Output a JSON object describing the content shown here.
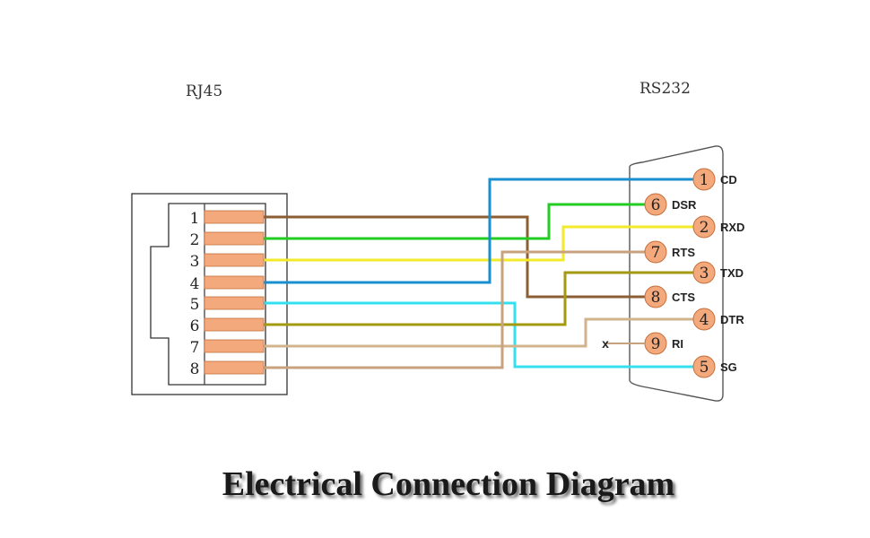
{
  "rj45": {
    "label": "RJ45",
    "pins": [
      "1",
      "2",
      "3",
      "4",
      "5",
      "6",
      "7",
      "8"
    ]
  },
  "rs232": {
    "label": "RS232",
    "pins": [
      {
        "num": "1",
        "name": "CD"
      },
      {
        "num": "6",
        "name": "DSR"
      },
      {
        "num": "2",
        "name": "RXD"
      },
      {
        "num": "7",
        "name": "RTS"
      },
      {
        "num": "3",
        "name": "TXD"
      },
      {
        "num": "8",
        "name": "CTS"
      },
      {
        "num": "4",
        "name": "DTR"
      },
      {
        "num": "9",
        "name": "RI"
      },
      {
        "num": "5",
        "name": "SG"
      }
    ],
    "no_connect_mark": "x"
  },
  "connections": [
    {
      "rj45_pin": "1",
      "rs232_pin": "8",
      "color": "#8b5e34"
    },
    {
      "rj45_pin": "2",
      "rs232_pin": "6",
      "color": "#22cc22"
    },
    {
      "rj45_pin": "3",
      "rs232_pin": "2",
      "color": "#f2ea2a"
    },
    {
      "rj45_pin": "4",
      "rs232_pin": "1",
      "color": "#1a8fd0"
    },
    {
      "rj45_pin": "5",
      "rs232_pin": "5",
      "color": "#33e0f0"
    },
    {
      "rj45_pin": "6",
      "rs232_pin": "3",
      "color": "#a39a10"
    },
    {
      "rj45_pin": "7",
      "rs232_pin": "4",
      "color": "#d2b48c"
    },
    {
      "rj45_pin": "8",
      "rs232_pin": "7",
      "color": "#c8a27c"
    }
  ],
  "colors": {
    "pin_fill": "#f4a97c",
    "pin_stroke": "#c4703e",
    "outline": "#333333"
  },
  "title": "Electrical Connection Diagram"
}
